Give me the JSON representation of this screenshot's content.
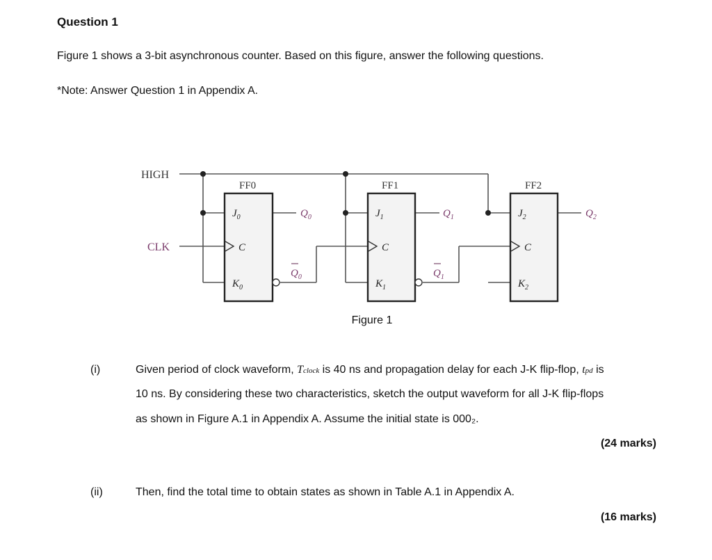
{
  "question_title": "Question 1",
  "intro": "Figure 1 shows a 3-bit asynchronous counter. Based on this figure, answer the following questions.",
  "note": "*Note: Answer Question 1 in Appendix A.",
  "figure": {
    "high_label": "HIGH",
    "clk_label": "CLK",
    "caption": "Figure 1",
    "flipflops": [
      {
        "name": "FF0",
        "j": "J",
        "k": "K",
        "c": "C",
        "q": "Q",
        "qbar": "Q",
        "sub": "0"
      },
      {
        "name": "FF1",
        "j": "J",
        "k": "K",
        "c": "C",
        "q": "Q",
        "qbar": "Q",
        "sub": "1"
      },
      {
        "name": "FF2",
        "j": "J",
        "k": "K",
        "c": "C",
        "q": "Q",
        "qbar": "",
        "sub": "2"
      }
    ]
  },
  "parts": [
    {
      "number": "(i)",
      "line1_a": "Given period of clock waveform, ",
      "line1_sym": "T",
      "line1_sym_sub": "clock",
      "line1_b": " is 40 ns and propagation delay for each J-K flip-flop, ",
      "line1_sym2": "t",
      "line1_sym2_sub": "pd",
      "line1_c": " is",
      "line2": "10 ns. By considering these two characteristics, sketch the output waveform for all J-K flip-flops",
      "line3": "as shown in Figure A.1 in Appendix A. Assume the initial state is 000₂.",
      "marks": "(24 marks)"
    },
    {
      "number": "(ii)",
      "line1": "Then, find the total time to obtain states as shown in Table A.1 in Appendix A.",
      "marks": "(16 marks)"
    }
  ]
}
